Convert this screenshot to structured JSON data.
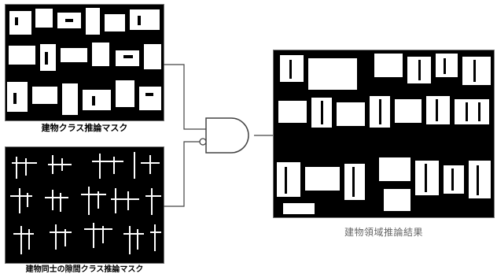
{
  "labels": {
    "building_mask": "建物クラス推論マスク",
    "gap_mask": "建物同士の隙間クラス推論マスク",
    "result": "建物領域推論結果"
  },
  "colors": {
    "mask_background": "#000000",
    "mask_foreground": "#ffffff",
    "wire": "#444444",
    "result_caption": "#666666"
  },
  "gate": {
    "type": "AND",
    "inverted_input": "bottom"
  }
}
